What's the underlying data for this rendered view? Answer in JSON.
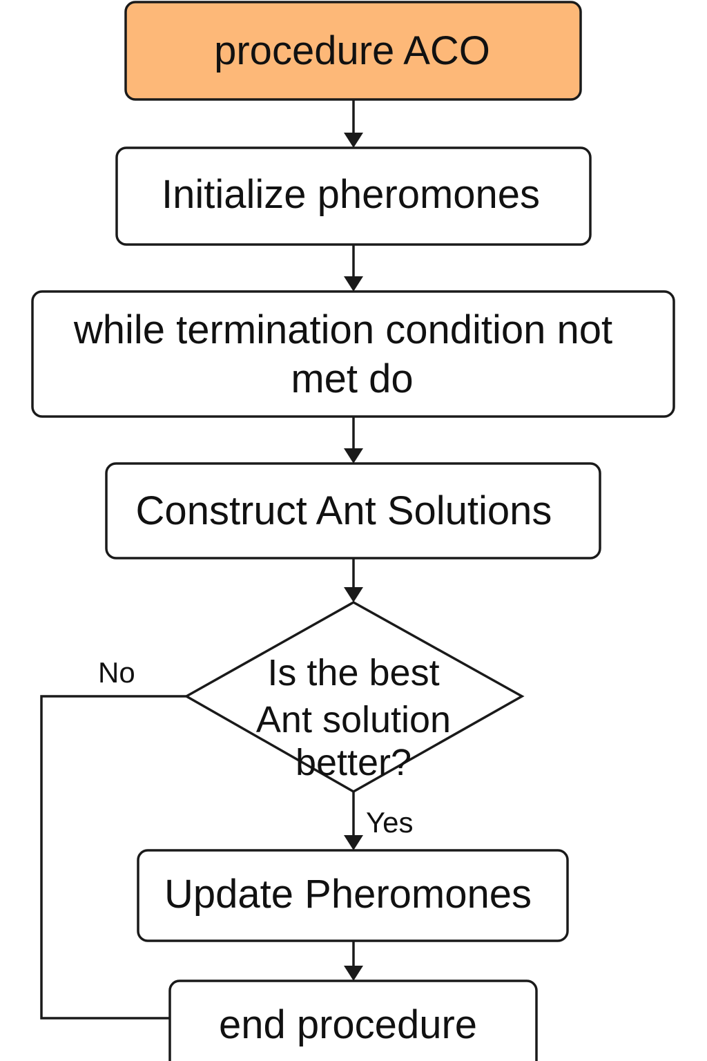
{
  "diagram": {
    "start": {
      "label": "procedure ACO",
      "fill": "#fdb878"
    },
    "init": {
      "label": "Initialize pheromones"
    },
    "loop": {
      "line1": "while termination condition not",
      "line2": "met do"
    },
    "construct": {
      "label": "Construct Ant Solutions"
    },
    "decision": {
      "line1": "Is the best",
      "line2": "Ant solution",
      "line3": "better?"
    },
    "update": {
      "label": "Update Pheromones"
    },
    "end": {
      "label": "end procedure"
    },
    "edges": {
      "yes_label": "Yes",
      "no_label": "No"
    }
  }
}
